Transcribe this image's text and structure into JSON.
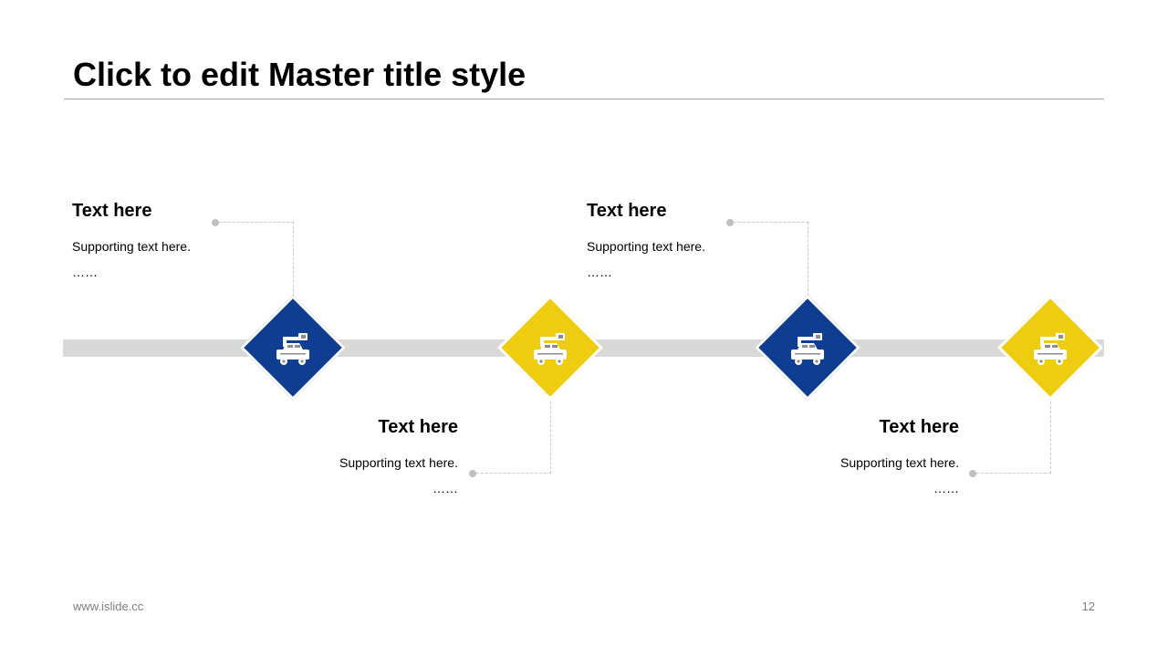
{
  "slide": {
    "title": "Click to edit Master title style"
  },
  "colors": {
    "blue": "#0f3d91",
    "yellow": "#eecd10",
    "timeline": "#d9d9d9"
  },
  "milestones": [
    {
      "heading": "Text here",
      "line1": "Supporting text here.",
      "line2": "……",
      "color": "blue",
      "icon": "crane-truck-icon"
    },
    {
      "heading": "Text here",
      "line1": "Supporting text here.",
      "line2": "……",
      "color": "yellow",
      "icon": "crane-truck-icon"
    },
    {
      "heading": "Text here",
      "line1": "Supporting text here.",
      "line2": "……",
      "color": "blue",
      "icon": "crane-truck-icon"
    },
    {
      "heading": "Text here",
      "line1": "Supporting text here.",
      "line2": "……",
      "color": "yellow",
      "icon": "crane-truck-icon"
    }
  ],
  "footer": {
    "url": "www.islide.cc",
    "page_number": "12"
  }
}
